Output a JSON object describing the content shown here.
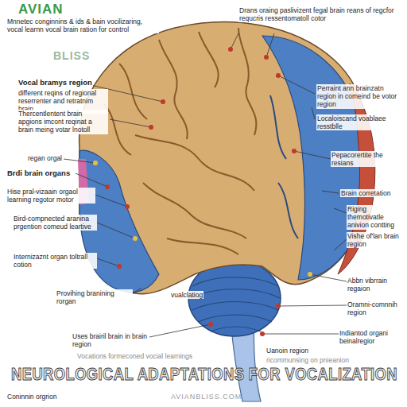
{
  "diagram": {
    "title": "NEUROLOGICAL ADAPTATIONS FOR VOCALIZATION",
    "labels": [
      "Mnnetec conginnins & ids & bain vocilizaring, vocal learnn vocal brain ration for control",
      "Drans oraing paslivizent fegal brain reans of regcfor requcris ressentomatoll cotor",
      "Vocal bramys region",
      "different reqins of regional reserrenter and retratnim brain",
      "Thercentlentent brain apgions imcont reqinat a brain meing votar lnotoll",
      "Perraint ann brainzatn region in comeind be votor region",
      "Localoiscand voablaee resstblle",
      "regan orgal",
      "Brdi brain organs",
      "Pepacorertite the resians",
      "Brain corretation",
      "Hise pral-vizaain orgaol learning regotor motor",
      "Riging themotivatle anivion contting",
      "Bird-compnected aranina prgention comeud leartive",
      "Vishe of'lan brain region",
      "Internizaznt organ toltrall cotion",
      "Abbn vibrrain regaion",
      "Provihing branining rorgan",
      "vualclatiog",
      "Oramni-comnnih region",
      "Uses brairil brain in brain region",
      "Vocations formeconed vocial learnings",
      "Indiantod organi beinalregior",
      "Uanoin region",
      "ricommunsing on pnieanion",
      "Coninnin orgrion",
      "AVIAN",
      "BLISS",
      "AVIANBLISS.COM"
    ]
  }
}
